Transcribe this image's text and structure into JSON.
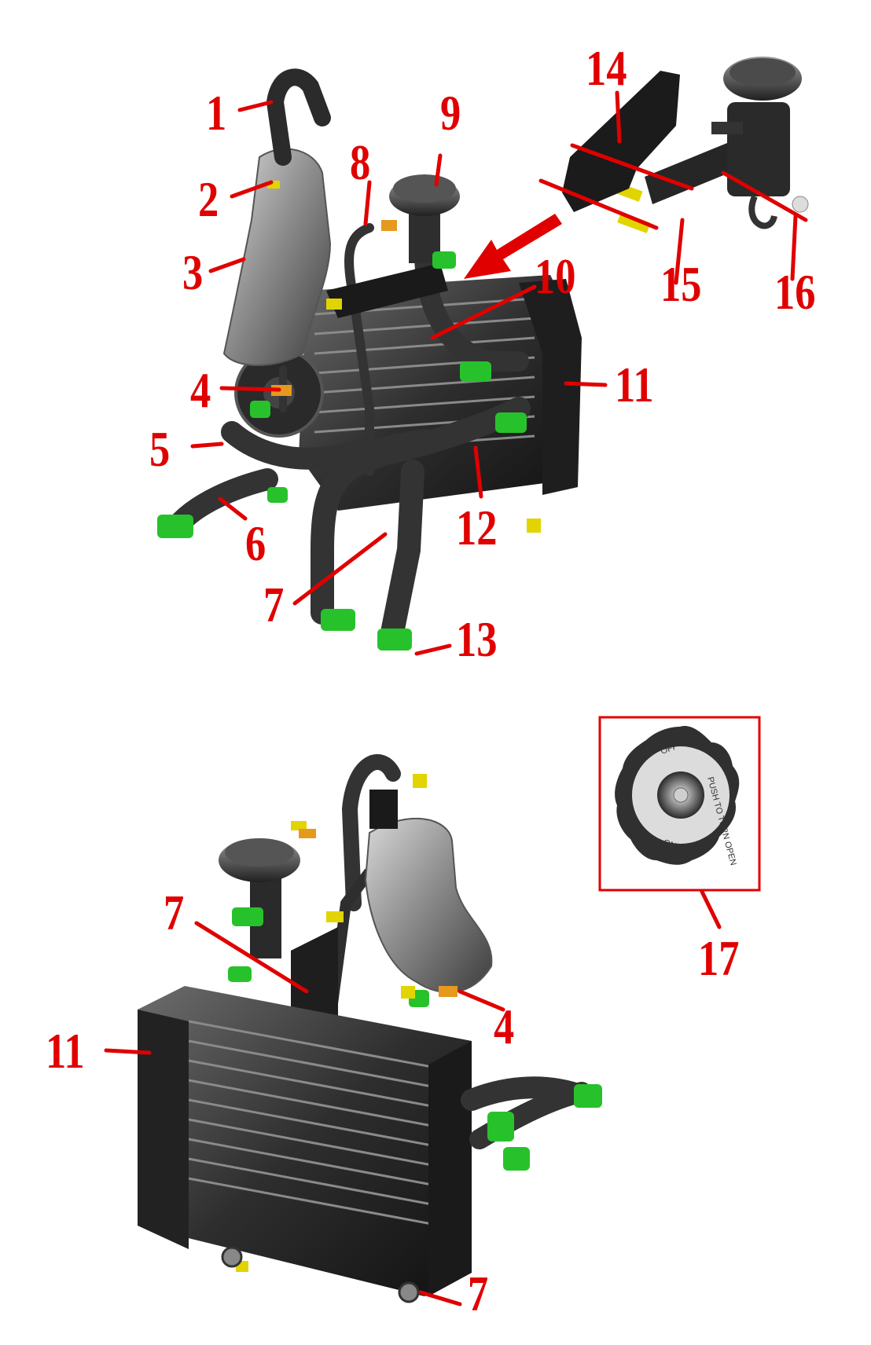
{
  "colors": {
    "callout": "#e00000",
    "clamp": "#27c22b",
    "metal": "#3a3a3a",
    "tank": "#a9a9a9",
    "bolt": "#e2d400",
    "hose_clip": "#e59a1e"
  },
  "callouts": [
    {
      "id": "c1",
      "label": "1"
    },
    {
      "id": "c2",
      "label": "2"
    },
    {
      "id": "c3",
      "label": "3"
    },
    {
      "id": "c4",
      "label": "4"
    },
    {
      "id": "c5",
      "label": "5"
    },
    {
      "id": "c6",
      "label": "6"
    },
    {
      "id": "c7",
      "label": "7"
    },
    {
      "id": "c8",
      "label": "8"
    },
    {
      "id": "c9",
      "label": "9"
    },
    {
      "id": "c10",
      "label": "10"
    },
    {
      "id": "c11",
      "label": "11"
    },
    {
      "id": "c12",
      "label": "12"
    },
    {
      "id": "c13",
      "label": "13"
    },
    {
      "id": "c14",
      "label": "14"
    },
    {
      "id": "c15",
      "label": "15"
    },
    {
      "id": "c16",
      "label": "16"
    },
    {
      "id": "c7b",
      "label": "7"
    },
    {
      "id": "c4b",
      "label": "4"
    },
    {
      "id": "c11b",
      "label": "11"
    },
    {
      "id": "c7c",
      "label": "7"
    },
    {
      "id": "c17",
      "label": "17"
    }
  ],
  "cap_detail": {
    "ring_text": "PUSH TO TURN OPEN",
    "off": "OFF",
    "on": "ON"
  }
}
